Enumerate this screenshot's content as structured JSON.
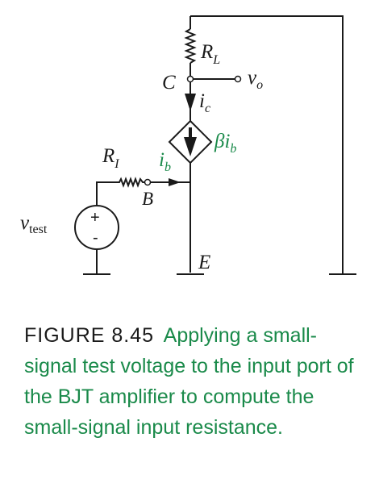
{
  "labels": {
    "rl_main": "R",
    "rl_sub": "L",
    "vo_main": "v",
    "vo_sub": "o",
    "node_c": "C",
    "ic_main": "i",
    "ic_sub": "c",
    "beta_main": "βi",
    "beta_sub": "b",
    "ri_main": "R",
    "ri_sub": "I",
    "ib_main": "i",
    "ib_sub": "b",
    "node_b": "B",
    "vtest_main": "v",
    "vtest_sub": "test",
    "plus": "+",
    "minus": "-",
    "node_e": "E"
  },
  "caption": {
    "figure_label": "FIGURE 8.45",
    "text": "Applying a small-signal test voltage to the input port of the BJT amplifier to compute the small-signal input resistance."
  },
  "colors": {
    "accent": "#1a8a4a",
    "ink": "#1a1a1a"
  }
}
